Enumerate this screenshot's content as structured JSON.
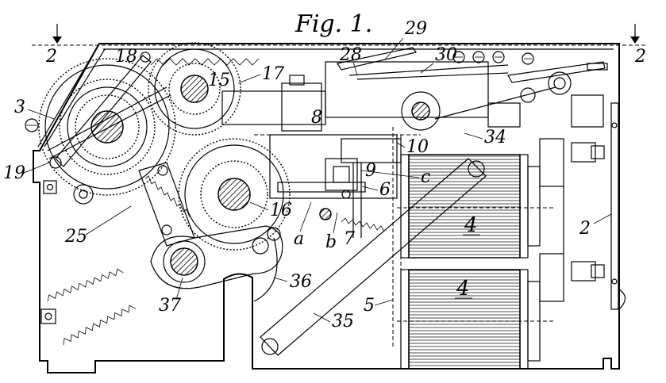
{
  "figure": {
    "title": "Fig. 1.",
    "section_marks": {
      "left": "2",
      "right": "2"
    },
    "labels": {
      "l3": "3",
      "l2": "2",
      "l4a": "4",
      "l4b": "4",
      "l5": "5",
      "l6": "6",
      "l7": "7",
      "l8": "8",
      "l9": "9",
      "l10": "10",
      "l15": "15",
      "l16": "16",
      "l17": "17",
      "l18": "18",
      "l19": "19",
      "l25": "25",
      "l28": "28",
      "l29": "29",
      "l30": "30",
      "l34": "34",
      "l35": "35",
      "l36": "36",
      "l37": "37",
      "la": "a",
      "lb": "b",
      "lc": "c"
    }
  }
}
